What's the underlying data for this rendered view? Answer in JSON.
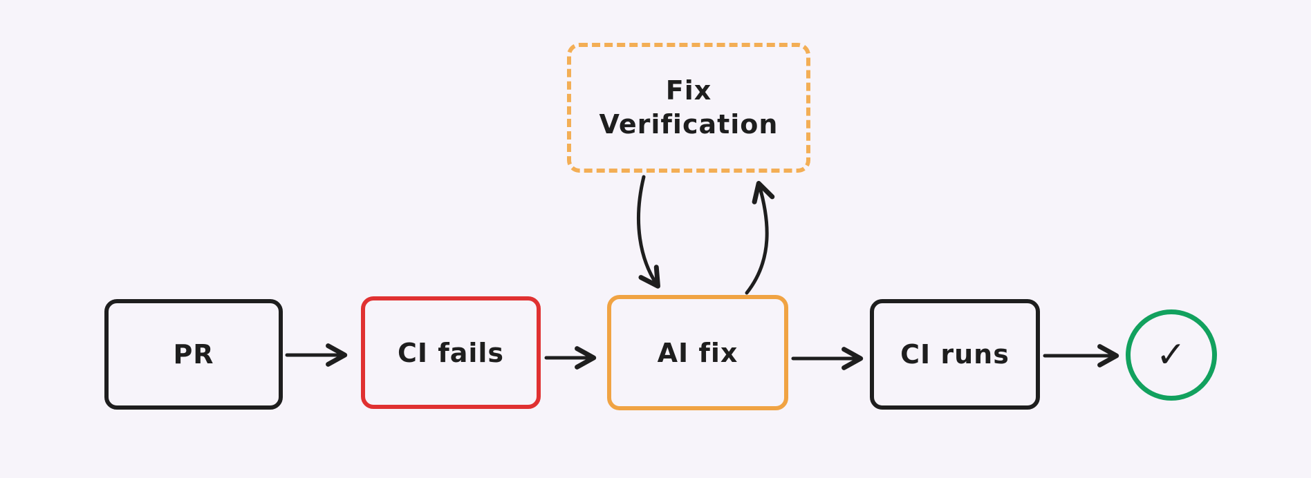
{
  "canvas": {
    "background": "#f7f4fa"
  },
  "diagram": {
    "type": "flowchart",
    "arrow_color": "#1e1e1e",
    "nodes": {
      "pr": {
        "label": "PR",
        "border_color": "#1e1e1e",
        "border_style": "solid",
        "shape": "rectangle"
      },
      "ci_fails": {
        "label": "CI fails",
        "border_color": "#e03131",
        "border_style": "solid",
        "shape": "rectangle"
      },
      "ai_fix": {
        "label": "AI fix",
        "border_color": "#f0a343",
        "border_style": "solid",
        "shape": "rectangle"
      },
      "ci_runs": {
        "label": "CI runs",
        "border_color": "#1e1e1e",
        "border_style": "solid",
        "shape": "rectangle"
      },
      "fix_verification": {
        "label": "Fix Verification",
        "border_color": "#f3ae55",
        "border_style": "dashed",
        "shape": "rectangle"
      },
      "success": {
        "icon": "✓",
        "border_color": "#12a15e",
        "border_style": "solid",
        "shape": "circle"
      }
    },
    "edges": [
      {
        "from": "pr",
        "to": "ci_fails",
        "style": "straight"
      },
      {
        "from": "ci_fails",
        "to": "ai_fix",
        "style": "straight"
      },
      {
        "from": "ai_fix",
        "to": "ci_runs",
        "style": "straight"
      },
      {
        "from": "ci_runs",
        "to": "success",
        "style": "straight"
      },
      {
        "from": "fix_verification",
        "to": "ai_fix",
        "style": "curved"
      },
      {
        "from": "ai_fix",
        "to": "fix_verification",
        "style": "curved"
      }
    ]
  }
}
